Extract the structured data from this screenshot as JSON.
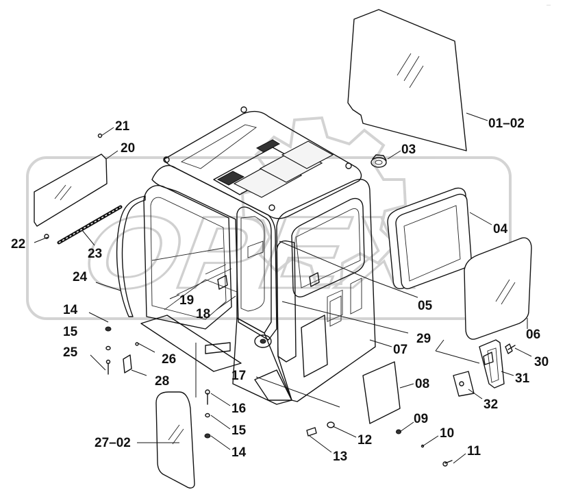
{
  "diagram": {
    "watermark": "OPEX",
    "corner_mark": "···",
    "labels": [
      {
        "id": "01-02",
        "text": "01–02"
      },
      {
        "id": "03",
        "text": "03"
      },
      {
        "id": "04",
        "text": "04"
      },
      {
        "id": "05",
        "text": "05"
      },
      {
        "id": "06",
        "text": "06"
      },
      {
        "id": "07",
        "text": "07"
      },
      {
        "id": "08",
        "text": "08"
      },
      {
        "id": "09",
        "text": "09"
      },
      {
        "id": "10",
        "text": "10"
      },
      {
        "id": "11",
        "text": "11"
      },
      {
        "id": "12",
        "text": "12"
      },
      {
        "id": "13",
        "text": "13"
      },
      {
        "id": "14a",
        "text": "14"
      },
      {
        "id": "14b",
        "text": "14"
      },
      {
        "id": "15a",
        "text": "15"
      },
      {
        "id": "15b",
        "text": "15"
      },
      {
        "id": "16",
        "text": "16"
      },
      {
        "id": "17",
        "text": "17"
      },
      {
        "id": "18",
        "text": "18"
      },
      {
        "id": "19",
        "text": "19"
      },
      {
        "id": "20",
        "text": "20"
      },
      {
        "id": "21",
        "text": "21"
      },
      {
        "id": "22",
        "text": "22"
      },
      {
        "id": "23",
        "text": "23"
      },
      {
        "id": "24",
        "text": "24"
      },
      {
        "id": "25",
        "text": "25"
      },
      {
        "id": "26",
        "text": "26"
      },
      {
        "id": "27-02",
        "text": "27–02"
      },
      {
        "id": "28",
        "text": "28"
      },
      {
        "id": "29",
        "text": "29"
      },
      {
        "id": "30",
        "text": "30"
      },
      {
        "id": "31",
        "text": "31"
      },
      {
        "id": "32",
        "text": "32"
      }
    ]
  }
}
